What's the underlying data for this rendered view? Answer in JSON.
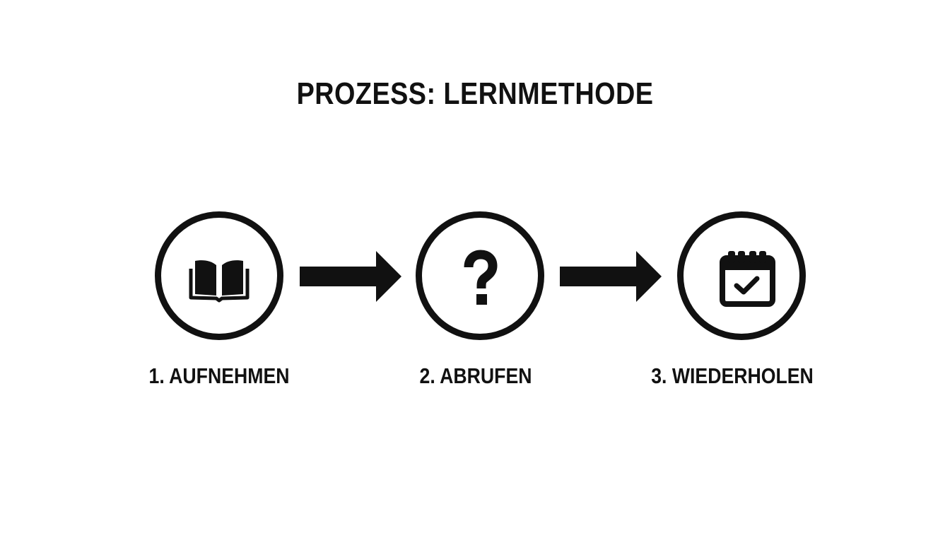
{
  "title": "PROZESS: LERNMETHODE",
  "steps": [
    {
      "label": "1. AUFNEHMEN",
      "icon": "open-book-icon"
    },
    {
      "label": "2. ABRUFEN",
      "icon": "question-mark-icon"
    },
    {
      "label": "3. WIEDERHOLEN",
      "icon": "calendar-check-icon"
    }
  ],
  "colors": {
    "ink": "#111111",
    "background": "#ffffff"
  }
}
